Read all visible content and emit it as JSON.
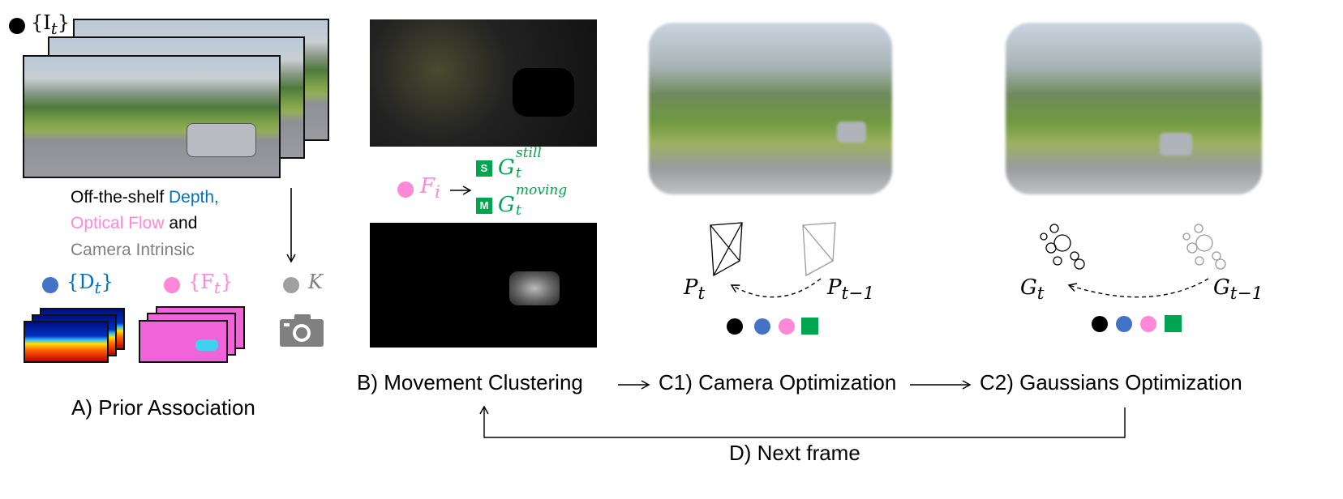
{
  "colors": {
    "black": "#000000",
    "depth": "#4472c4",
    "flow": "#ff88d8",
    "intrinsic": "#a0a0a0",
    "moving_static": "#00a64f"
  },
  "prior": {
    "images_symbol": "{I",
    "images_sub": "t",
    "images_close": "}",
    "desc_line1_a": "Off-the-shelf ",
    "desc_line1_b": "Depth,",
    "desc_line2_a": "Optical Flow",
    "desc_line2_b": " and",
    "desc_line3": "Camera Intrinsic",
    "depth_symbol": "{D",
    "depth_sub": "t",
    "flow_symbol": "{F",
    "flow_sub": "t",
    "close": "}",
    "intrinsic_symbol": "K",
    "title": "A) Prior Association"
  },
  "clustering": {
    "flow_symbol": "F",
    "flow_sub": "i",
    "still_badge": "S",
    "still_symbol": "G",
    "still_sub": "t",
    "still_sup": "still",
    "moving_badge": "M",
    "moving_symbol": "G",
    "moving_sub": "t",
    "moving_sup": "moving",
    "title": "B) Movement Clustering"
  },
  "camera_opt": {
    "pose_t": "P",
    "pose_t_sub": "t",
    "pose_prev": "P",
    "pose_prev_sub": "t−1",
    "title": "C1) Camera Optimization"
  },
  "gauss_opt": {
    "g_t": "G",
    "g_t_sub": "t",
    "g_prev": "G",
    "g_prev_sub": "t−1",
    "title": "C2) Gaussians Optimization"
  },
  "loop": {
    "label": "D) Next frame"
  },
  "arrow_glyph": "→"
}
